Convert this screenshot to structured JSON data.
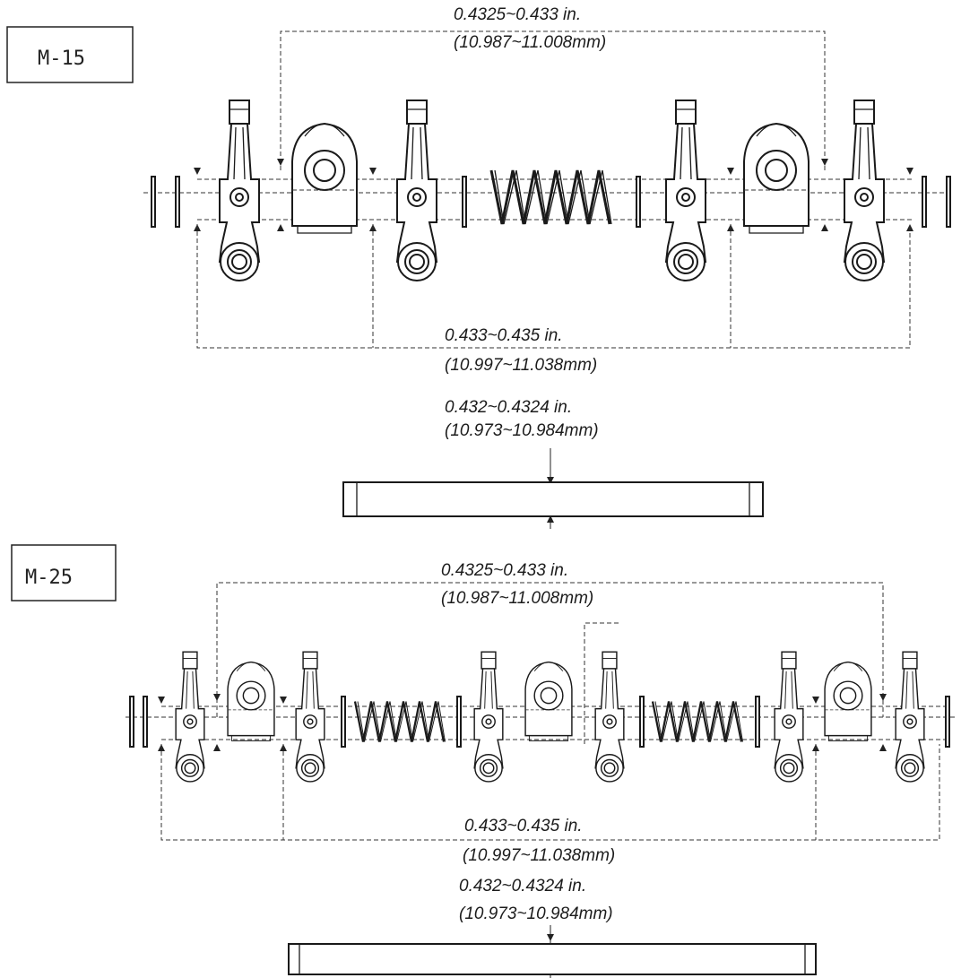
{
  "sections": [
    {
      "model": "M-15",
      "bore_top": {
        "inch": "0.4325~0.433 in.",
        "mm": "(10.987~11.008mm)"
      },
      "bore_bottom": {
        "inch": "0.433~0.435 in.",
        "mm": "(10.997~11.038mm)"
      },
      "shaft": {
        "inch": "0.432~0.4324 in.",
        "mm": "(10.973~10.984mm)"
      }
    },
    {
      "model": "M-25",
      "bore_top": {
        "inch": "0.4325~0.433 in.",
        "mm": "(10.987~11.008mm)"
      },
      "bore_bottom": {
        "inch": "0.433~0.435 in.",
        "mm": "(10.997~11.038mm)"
      },
      "shaft": {
        "inch": "0.432~0.4324 in.",
        "mm": "(10.973~10.984mm)"
      }
    }
  ],
  "icons": {
    "rocker_arm": "rocker-arm-icon",
    "support": "rocker-support-icon",
    "spring": "spring-icon",
    "washer": "washer-icon",
    "shaft": "rocker-shaft-icon"
  }
}
